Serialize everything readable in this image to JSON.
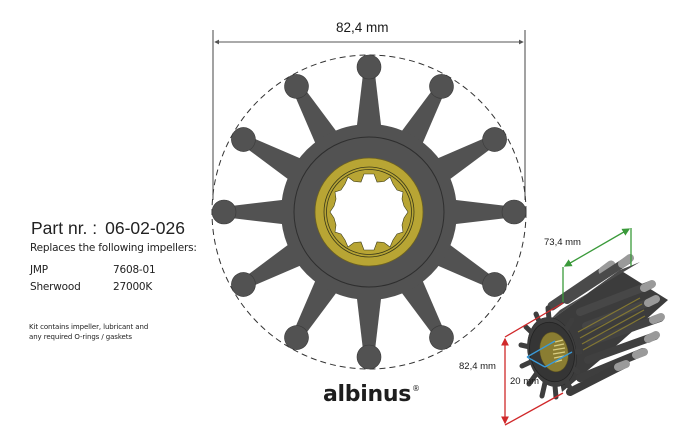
{
  "diagram": {
    "type": "impeller-spec-sheet",
    "dimensions": {
      "front_diameter": "82,4 mm",
      "iso_length": "73,4 mm",
      "iso_diameter": "82,4 mm",
      "iso_bore": "20 mm"
    },
    "impeller": {
      "vane_count": 12,
      "spline_teeth": 12,
      "colors": {
        "rubber": "#525252",
        "insert": "#b8a534",
        "dim_green": "#3a9a3a",
        "dim_red": "#d0282a",
        "dim_blue": "#3a9ad8"
      }
    }
  },
  "part": {
    "label": "Part nr. :",
    "number": "06-02-026",
    "replaces_heading": "Replaces the following impellers:",
    "replacements": [
      {
        "brand": "JMP",
        "code": "7608-01"
      },
      {
        "brand": "Sherwood",
        "code": "27000K"
      }
    ],
    "kit_note_line1": "Kit contains impeller, lubricant and",
    "kit_note_line2": "any required O-rings / gaskets"
  },
  "brand": {
    "logo_text": "albinus",
    "registered_mark": "®"
  }
}
